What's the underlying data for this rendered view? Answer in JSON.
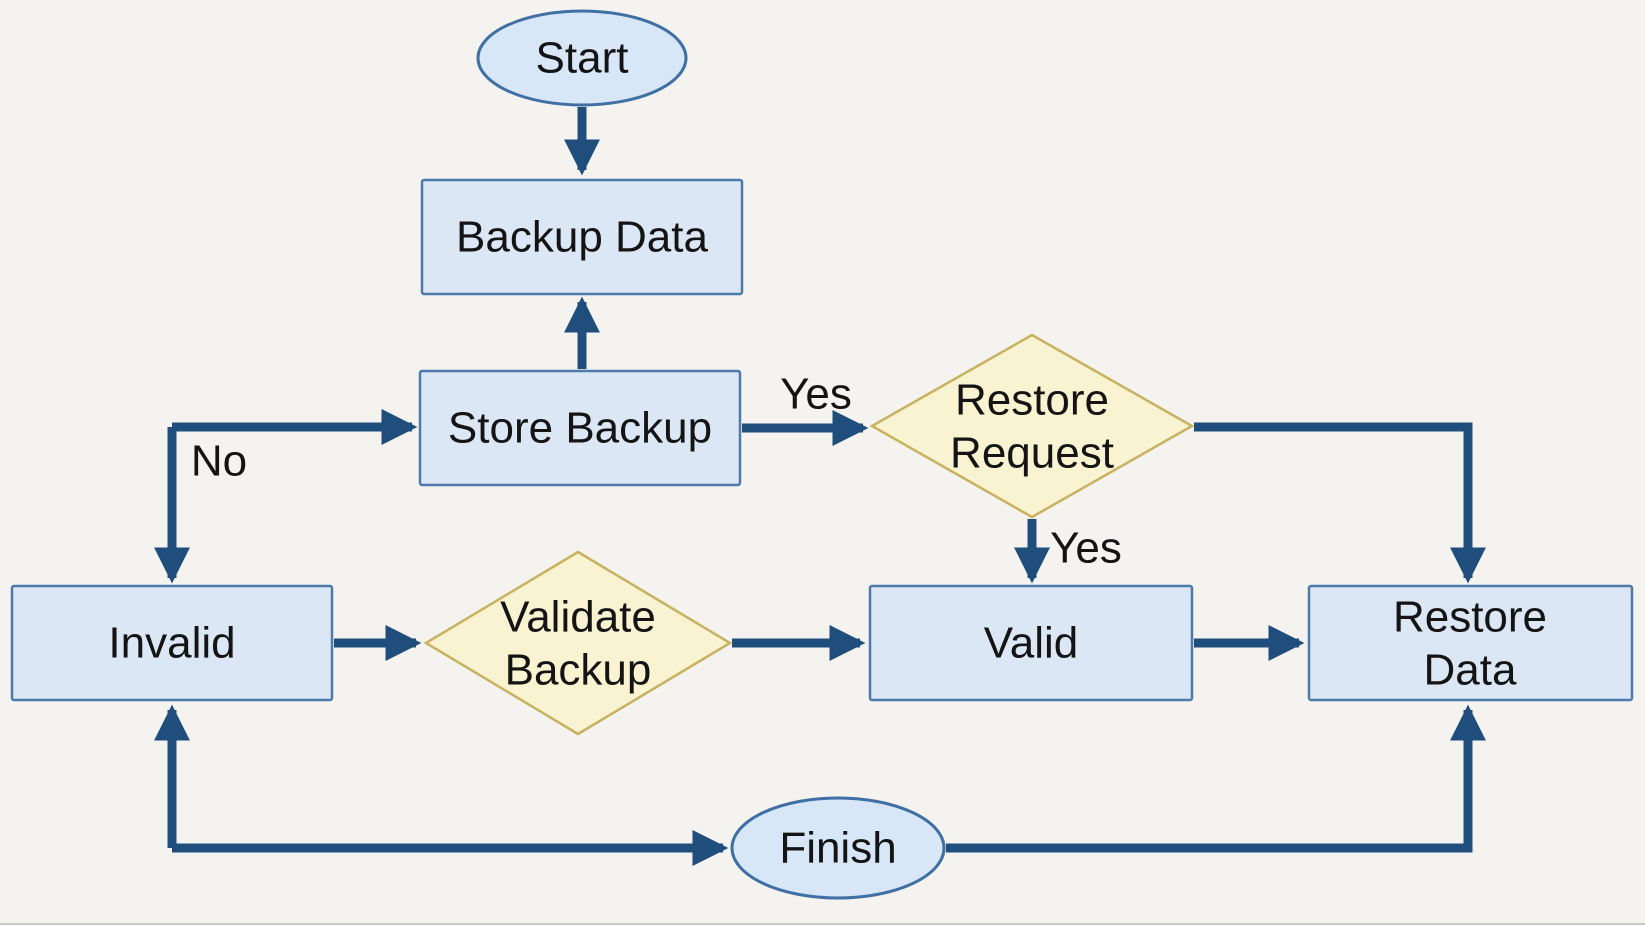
{
  "diagram": {
    "nodes": {
      "start": {
        "label": "Start",
        "type": "terminator"
      },
      "backup_data": {
        "label": "Backup Data",
        "type": "process"
      },
      "store_backup": {
        "label": "Store Backup",
        "type": "process"
      },
      "restore_request": {
        "label": "Restore\nRequest",
        "type": "decision"
      },
      "invalid": {
        "label": "Invalid",
        "type": "process"
      },
      "validate_backup": {
        "label": "Validate\nBackup",
        "type": "decision"
      },
      "valid": {
        "label": "Valid",
        "type": "process"
      },
      "restore_data": {
        "label": "Restore\nData",
        "type": "process"
      },
      "finish": {
        "label": "Finish",
        "type": "terminator"
      }
    },
    "edge_labels": {
      "no_store_backup_branch": "No",
      "yes_store_backup_to_restore_request": "Yes",
      "yes_restore_request_to_valid": "Yes"
    }
  },
  "colors": {
    "background": "#f4f3ef",
    "process_fill": "#dbe7f4",
    "process_border": "#4d7aa9",
    "terminator_fill": "#d7e7f7",
    "terminator_border": "#3f6fa3",
    "decision_fill": "#faf3d2",
    "decision_border": "#c9b25f",
    "arrow": "#1f4e7d",
    "text": "#141414"
  }
}
